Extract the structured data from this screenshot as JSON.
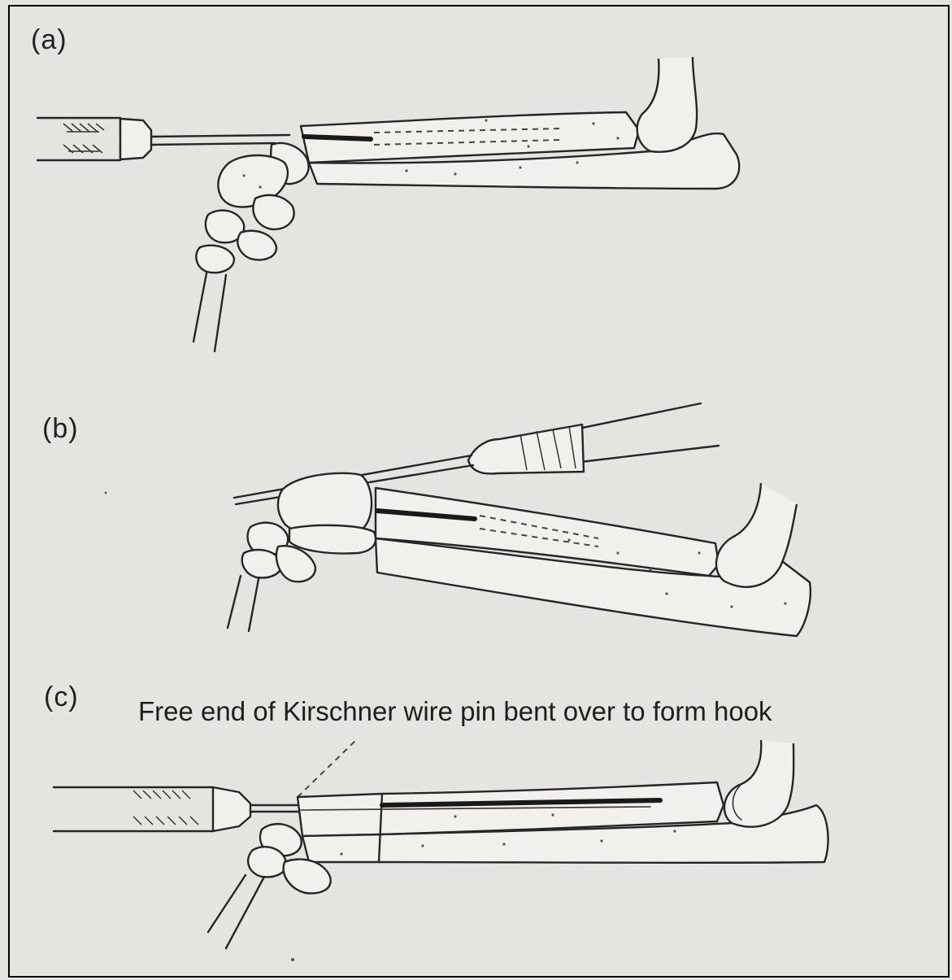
{
  "panels": [
    {
      "label": "(a)"
    },
    {
      "label": "(b)"
    },
    {
      "label": "(c)"
    }
  ],
  "annotation": {
    "text": "Free end of Kirschner wire pin bent over to form hook"
  },
  "colors": {
    "paper": "#e6e4e0",
    "ink": "#262626",
    "border": "#000000"
  }
}
